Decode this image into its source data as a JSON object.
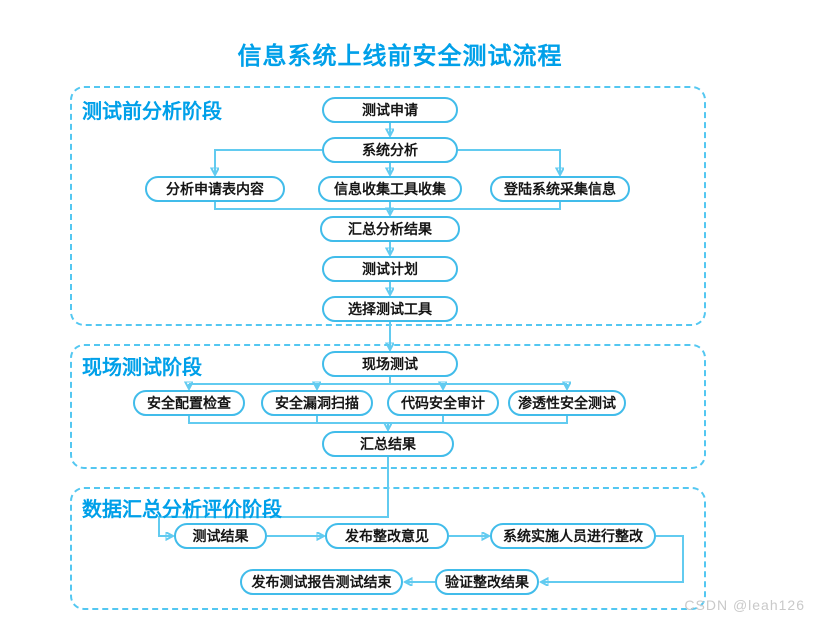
{
  "page": {
    "title": "信息系统上线前安全测试流程",
    "watermark": "CSDN @leah126"
  },
  "colors": {
    "accent": "#00A0E9",
    "box_border": "#41BCEA",
    "connector_line": "#62CBF0",
    "arrowhead": "#18A6DC",
    "section_dashed_border": "#53C7F1",
    "node_text": "#151515",
    "watermark_text": "#C9C9C9"
  },
  "sections": [
    {
      "label": "测试前分析阶段",
      "nodes": {
        "apply": "测试申请",
        "sys_analysis": "系统分析",
        "analyze_form": "分析申请表内容",
        "tool_collect": "信息收集工具收集",
        "login_collect": "登陆系统采集信息",
        "sum_analysis": "汇总分析结果",
        "test_plan": "测试计划",
        "choose_tools": "选择测试工具"
      }
    },
    {
      "label": "现场测试阶段",
      "nodes": {
        "onsite_test": "现场测试",
        "config_check": "安全配置检查",
        "vuln_scan": "安全漏洞扫描",
        "code_audit": "代码安全审计",
        "pentest": "渗透性安全测试",
        "sum_result": "汇总结果"
      }
    },
    {
      "label": "数据汇总分析评价阶段",
      "nodes": {
        "test_result": "测试结果",
        "rectify_opinion": "发布整改意见",
        "impl_rectify": "系统实施人员进行整改",
        "verify_rectify": "验证整改结果",
        "publish_report": "发布测试报告测试结束"
      }
    }
  ],
  "edges": [
    {
      "from": "测试申请",
      "to": "系统分析"
    },
    {
      "from": "系统分析",
      "to": "分析申请表内容"
    },
    {
      "from": "系统分析",
      "to": "信息收集工具收集"
    },
    {
      "from": "系统分析",
      "to": "登陆系统采集信息"
    },
    {
      "from": "分析申请表内容",
      "to": "汇总分析结果"
    },
    {
      "from": "信息收集工具收集",
      "to": "汇总分析结果"
    },
    {
      "from": "登陆系统采集信息",
      "to": "汇总分析结果"
    },
    {
      "from": "汇总分析结果",
      "to": "测试计划"
    },
    {
      "from": "测试计划",
      "to": "选择测试工具"
    },
    {
      "from": "选择测试工具",
      "to": "现场测试"
    },
    {
      "from": "现场测试",
      "to": "安全配置检查"
    },
    {
      "from": "现场测试",
      "to": "安全漏洞扫描"
    },
    {
      "from": "现场测试",
      "to": "代码安全审计"
    },
    {
      "from": "现场测试",
      "to": "渗透性安全测试"
    },
    {
      "from": "安全配置检查",
      "to": "汇总结果"
    },
    {
      "from": "安全漏洞扫描",
      "to": "汇总结果"
    },
    {
      "from": "代码安全审计",
      "to": "汇总结果"
    },
    {
      "from": "渗透性安全测试",
      "to": "汇总结果"
    },
    {
      "from": "汇总结果",
      "to": "测试结果"
    },
    {
      "from": "测试结果",
      "to": "发布整改意见"
    },
    {
      "from": "发布整改意见",
      "to": "系统实施人员进行整改"
    },
    {
      "from": "系统实施人员进行整改",
      "to": "验证整改结果"
    },
    {
      "from": "验证整改结果",
      "to": "发布测试报告测试结束"
    }
  ]
}
